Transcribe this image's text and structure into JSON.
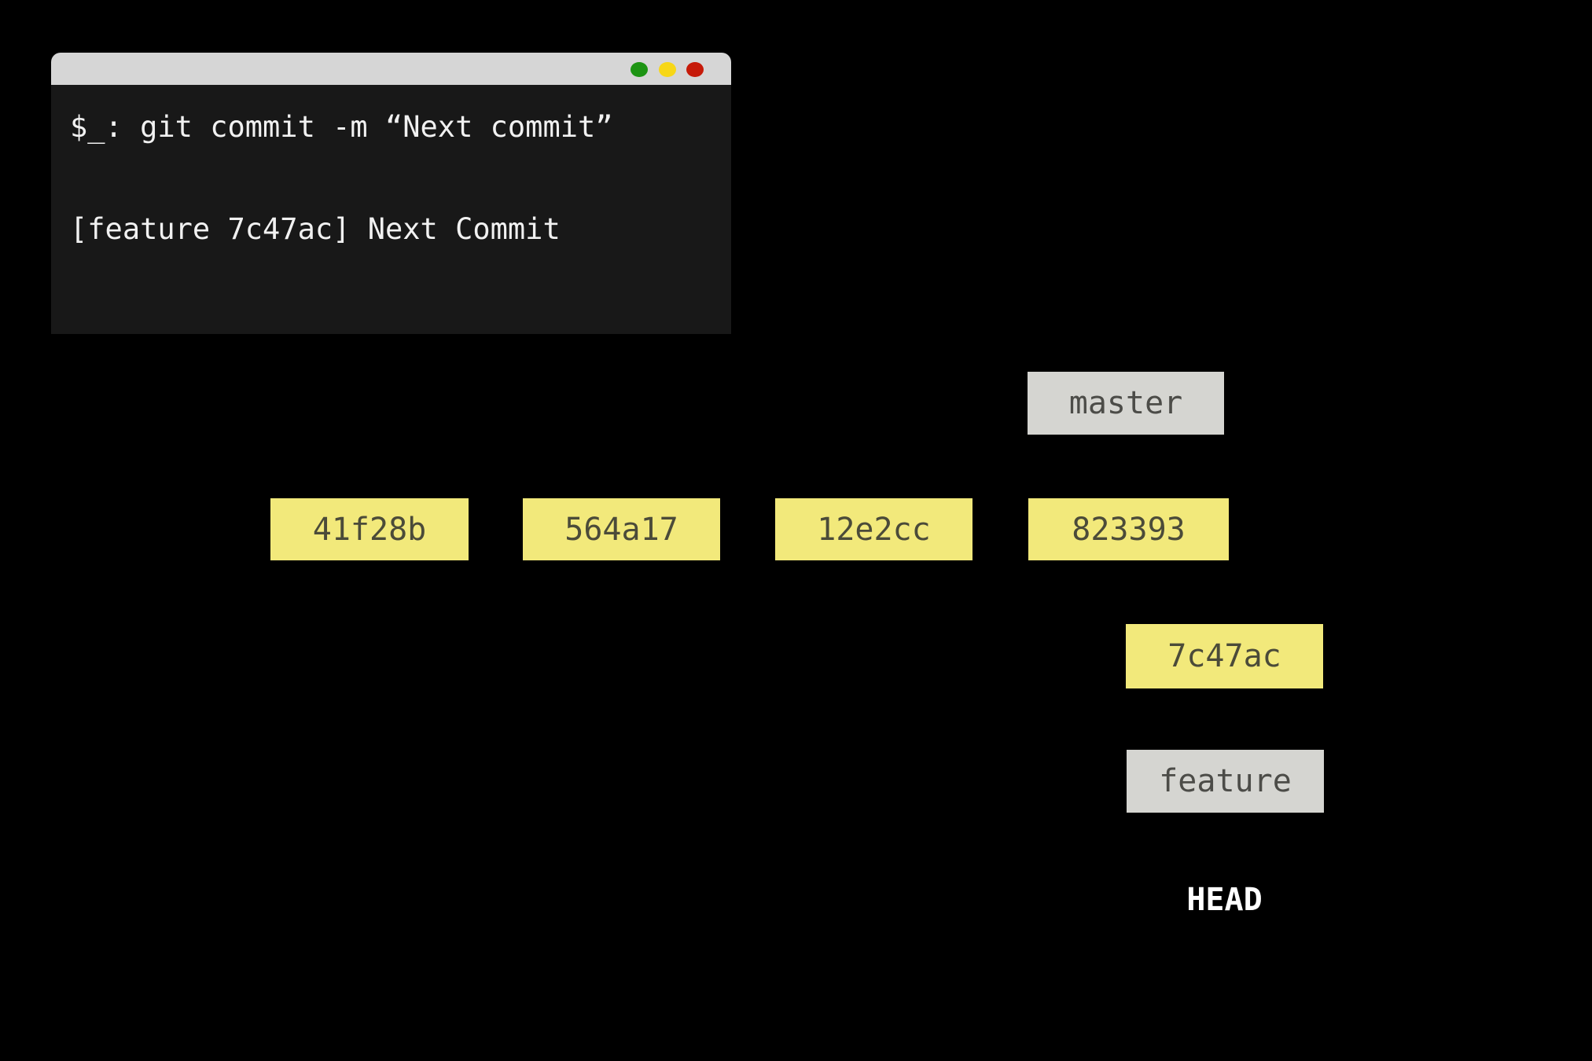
{
  "colors": {
    "background": "#000000",
    "terminal_titlebar": "#d6d6d6",
    "terminal_body": "#181818",
    "terminal_text": "#f1f1f1",
    "commit_box_fill": "#f2e97b",
    "commit_box_text": "#4b4b39",
    "branch_box_fill": "#d5d5d1",
    "branch_box_text": "#4c4c48",
    "traffic_light_green": "#1d9413",
    "traffic_light_yellow": "#f7d717",
    "traffic_light_red": "#c61a09",
    "head_text": "#ffffff"
  },
  "terminal": {
    "window_controls": [
      {
        "name": "green",
        "color": "#1d9413"
      },
      {
        "name": "yellow",
        "color": "#f7d717"
      },
      {
        "name": "red",
        "color": "#c61a09"
      }
    ],
    "lines": [
      "$_: git commit -m “Next commit”",
      "[feature 7c47ac] Next Commit"
    ]
  },
  "graph": {
    "master_label": "master",
    "feature_label": "feature",
    "head_label": "HEAD",
    "commits": [
      "41f28b",
      "564a17",
      "12e2cc",
      "823393",
      "7c47ac"
    ]
  }
}
